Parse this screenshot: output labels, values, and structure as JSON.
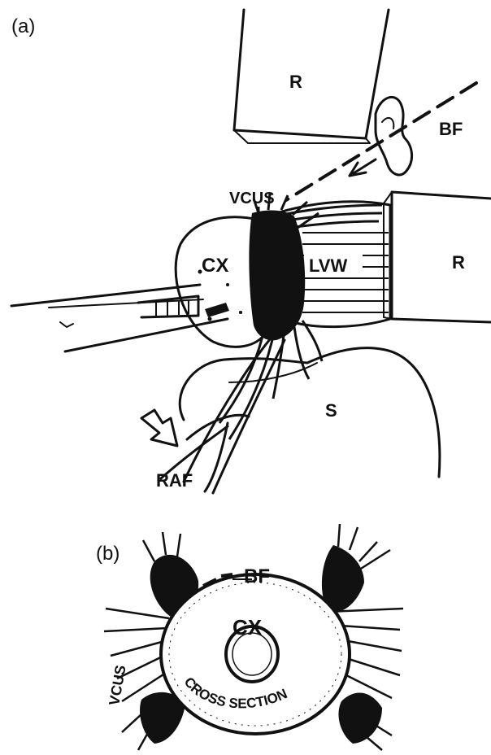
{
  "panels": {
    "a": {
      "label": "(a)",
      "retractor_top": "R",
      "retractor_right": "R",
      "bf": "BF",
      "vcus": "VCUS",
      "cx": "CX",
      "lvw": "LVW",
      "s": "S",
      "raf": "RAF"
    },
    "b": {
      "label": "(b)",
      "bf": "BF",
      "cx": "CX",
      "vcus": "VCUS",
      "cross_section": "CROSS SECTION"
    }
  }
}
